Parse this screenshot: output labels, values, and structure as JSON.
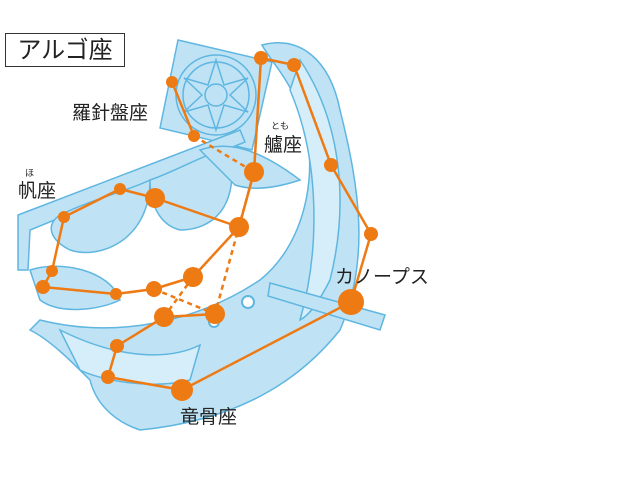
{
  "title": "アルゴ座",
  "labels": {
    "pyxis": "羅針盤座",
    "puppis": "艫座",
    "puppis_ruby": "とも",
    "vela": "帆座",
    "vela_ruby": "ほ",
    "canopus": "カノープス",
    "carina": "竜骨座"
  },
  "colors": {
    "star": "#ee7a14",
    "ship": "#b9e0f3",
    "ship_line": "#5fb6e0"
  }
}
